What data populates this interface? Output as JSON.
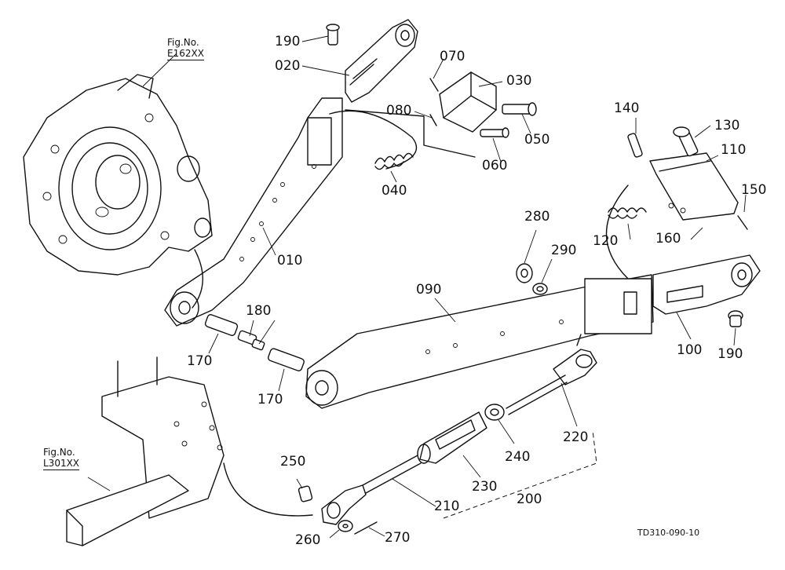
{
  "part_labels": {
    "p190a": "190",
    "p020": "020",
    "p070": "070",
    "p030": "030",
    "p080": "080",
    "p050": "050",
    "p060": "060",
    "p040": "040",
    "p140": "140",
    "p130": "130",
    "p110": "110",
    "p150": "150",
    "p280": "280",
    "p290": "290",
    "p120": "120",
    "p160": "160",
    "p010": "010",
    "p180": "180",
    "p090": "090",
    "p170a": "170",
    "p170b": "170",
    "p100": "100",
    "p190b": "190",
    "p220": "220",
    "p240": "240",
    "p250": "250",
    "p230": "230",
    "p210": "210",
    "p200": "200",
    "p260": "260",
    "p270": "270"
  },
  "figure_refs": {
    "top": {
      "prefix": "Fig.No.",
      "code": "E162XX"
    },
    "bottom": {
      "prefix": "Fig.No.",
      "code": "L301XX"
    }
  },
  "drawing_code": "TD310-090-10"
}
